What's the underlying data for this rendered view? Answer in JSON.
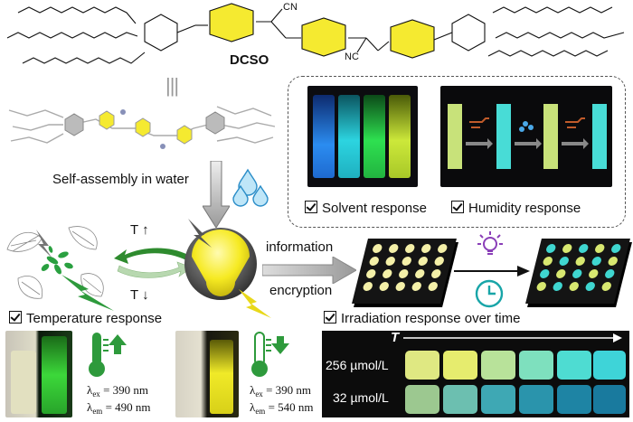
{
  "molecule": {
    "name": "DCSO",
    "cn_top": "CN",
    "cn_bottom": "NC",
    "equiv": "|||"
  },
  "self_assembly": {
    "label": "Self-assembly in water"
  },
  "responses": {
    "solvent": "Solvent response",
    "humidity": "Humidity response",
    "temperature": "Temperature response",
    "irradiation": "Irradiation response over time"
  },
  "temperature_arrows": {
    "up": "T",
    "down": "T"
  },
  "encryption": {
    "line1": "information",
    "line2": "encryption"
  },
  "thermo_left": {
    "ex": "390 nm",
    "em": "490 nm"
  },
  "thermo_right": {
    "ex": "390 nm",
    "em": "540 nm"
  },
  "symbols": {
    "lambda": "λ",
    "ex": "ex",
    "em": "em",
    "eq": " = "
  },
  "irradiation_panel": {
    "axis_label": "T",
    "rows": [
      {
        "label": "256 µmol/L"
      },
      {
        "label": "32 µmol/L"
      }
    ]
  },
  "colors": {
    "yellow": "#f5ea30",
    "green_arrow": "#2e8b2e",
    "cyan": "#3fd6d0",
    "purple": "#8a3fb8",
    "teal": "#18a5a8"
  },
  "icons": [
    "lightbulb-icon",
    "clock-icon",
    "thermometer-up-icon",
    "thermometer-down-icon",
    "water-drops-icon",
    "lightning-icon"
  ]
}
